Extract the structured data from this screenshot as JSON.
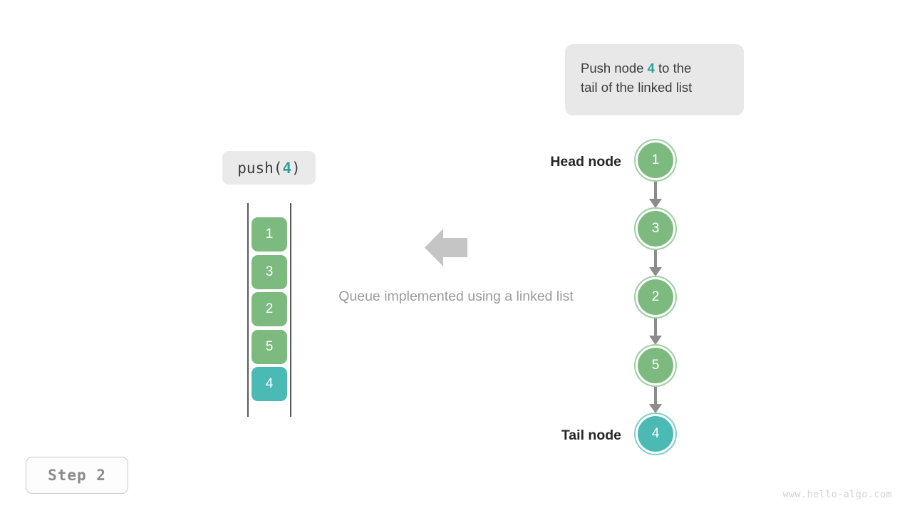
{
  "callout": {
    "text_prefix": "Push node ",
    "highlight": "4",
    "text_suffix": " to the\ntail of the linked list"
  },
  "operation": {
    "prefix": "push(",
    "argument": "4",
    "suffix": ")"
  },
  "queue": {
    "cells": [
      {
        "value": "1",
        "color": "#7dba80"
      },
      {
        "value": "3",
        "color": "#7dba80"
      },
      {
        "value": "2",
        "color": "#7dba80"
      },
      {
        "value": "5",
        "color": "#7dba80"
      },
      {
        "value": "4",
        "color": "#4bb9b4"
      }
    ]
  },
  "center": {
    "arrow_icon": "arrow-left-icon",
    "arrow_color": "#c5c5c5",
    "caption": "Queue implemented using a linked list"
  },
  "linked_list": {
    "head_label": "Head node",
    "tail_label": "Tail node",
    "edge_color": "#8c8c8c",
    "nodes": [
      {
        "value": "1",
        "fill": "#7dba80",
        "ring": "#9ecea1"
      },
      {
        "value": "3",
        "fill": "#7dba80",
        "ring": "#9ecea1"
      },
      {
        "value": "2",
        "fill": "#7dba80",
        "ring": "#9ecea1"
      },
      {
        "value": "5",
        "fill": "#7dba80",
        "ring": "#9ecea1"
      },
      {
        "value": "4",
        "fill": "#4bb9b4",
        "ring": "#7fcfca"
      }
    ]
  },
  "step": {
    "label": "Step 2"
  },
  "watermark": {
    "text": "www.hello-algo.com"
  },
  "colors": {
    "green": "#7dba80",
    "teal": "#4bb9b4",
    "accent_text_teal": "#2f9e96",
    "gray_text": "#9b9b9b",
    "dark_text": "#262626",
    "panel_bg": "#e8e8e8"
  }
}
